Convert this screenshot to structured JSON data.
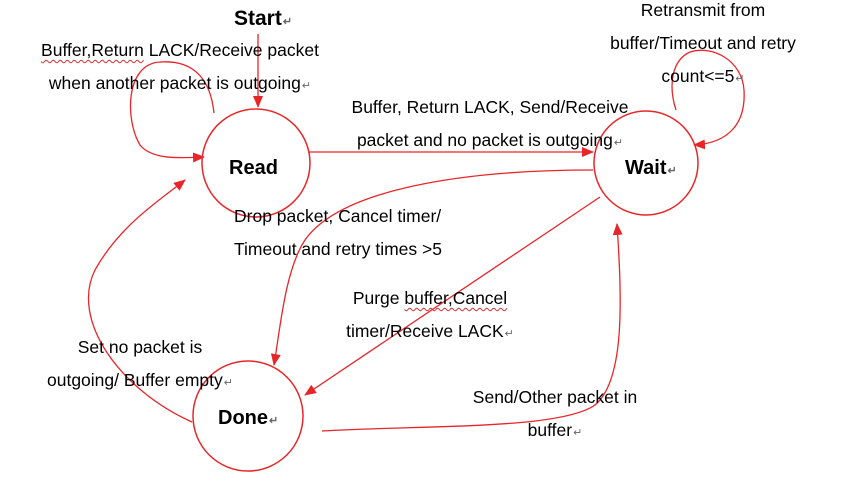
{
  "colors": {
    "line": "#e8262a",
    "text": "#000000",
    "background": "#ffffff"
  },
  "paragraph_mark": "↵",
  "start_label": "Start",
  "states": {
    "read": "Read",
    "wait": "Wait",
    "done": "Done"
  },
  "transitions": {
    "read_self": {
      "line1_a": "Buffer,Return",
      "line1_b": " LACK/Receive packet",
      "line2": "when another packet is outgoing"
    },
    "read_to_wait": {
      "line1": "Buffer, Return LACK, Send/Receive",
      "line2": "packet and no packet is outgoing"
    },
    "wait_self": {
      "line1": "Retransmit from",
      "line2": "buffer/Timeout and retry",
      "line3": "count<=5"
    },
    "wait_to_done_drop": {
      "line1": "Drop packet, Cancel timer/",
      "line2": "Timeout and retry times >5"
    },
    "wait_to_done_purge": {
      "line1_a": "Purge ",
      "line1_b": "buffer,Cancel",
      "line2": "timer/Receive LACK"
    },
    "done_to_read": {
      "line1": "Set no packet is",
      "line2": "outgoing/ Buffer empty"
    },
    "done_to_wait": {
      "line1": "Send/Other packet in",
      "line2": "buffer"
    }
  }
}
